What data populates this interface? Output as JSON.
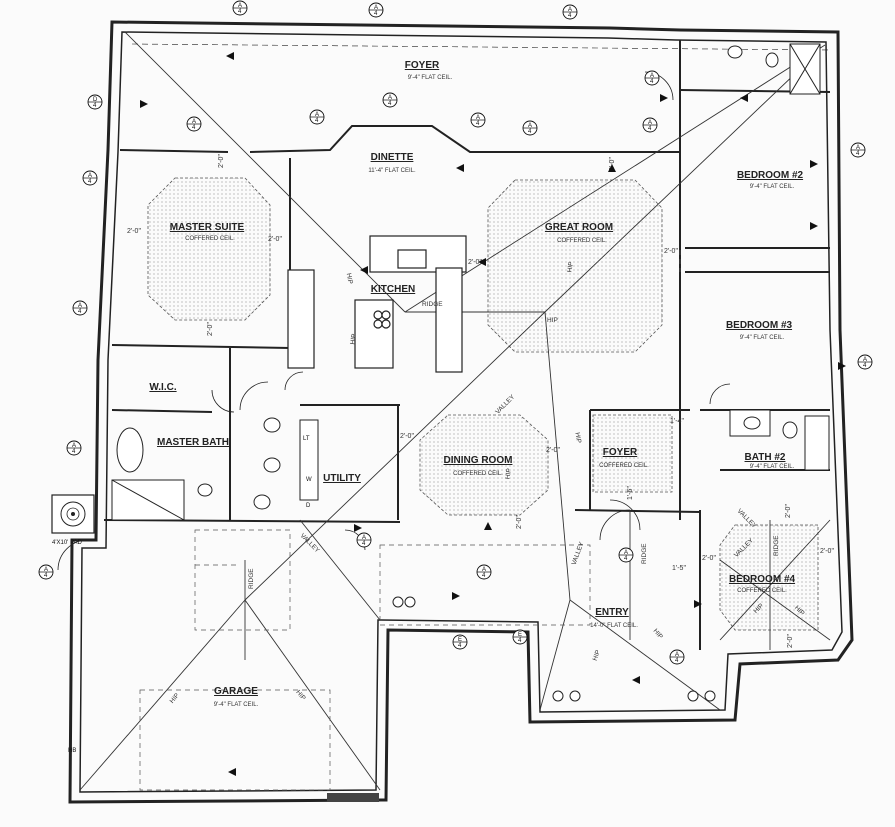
{
  "rooms": [
    {
      "id": "foyer-top",
      "name": "FOYER",
      "ceiling": "9'-4\" FLAT CEIL."
    },
    {
      "id": "dinette",
      "name": "DINETTE",
      "ceiling": "11'-4\" FLAT CEIL."
    },
    {
      "id": "master-suite",
      "name": "MASTER SUITE",
      "ceiling": "COFFERED CEIL."
    },
    {
      "id": "kitchen",
      "name": "KITCHEN",
      "ceiling": ""
    },
    {
      "id": "great-room",
      "name": "GREAT ROOM",
      "ceiling": "COFFERED CEIL."
    },
    {
      "id": "bedroom-2",
      "name": "BEDROOM #2",
      "ceiling": "9'-4\" FLAT CEIL."
    },
    {
      "id": "bedroom-3",
      "name": "BEDROOM #3",
      "ceiling": "9'-4\" FLAT CEIL."
    },
    {
      "id": "wic",
      "name": "W.I.C.",
      "ceiling": ""
    },
    {
      "id": "master-bath",
      "name": "MASTER BATH",
      "ceiling": ""
    },
    {
      "id": "utility",
      "name": "UTILITY",
      "ceiling": ""
    },
    {
      "id": "dining-room",
      "name": "DINING ROOM",
      "ceiling": "COFFERED CEIL."
    },
    {
      "id": "foyer-mid",
      "name": "FOYER",
      "ceiling": "COFFERED CEIL."
    },
    {
      "id": "bath-2",
      "name": "BATH #2",
      "ceiling": "9'-4\" FLAT CEIL."
    },
    {
      "id": "bedroom-4",
      "name": "BEDROOM #4",
      "ceiling": "COFFERED CEIL."
    },
    {
      "id": "entry",
      "name": "ENTRY",
      "ceiling": "14'-0\" FLAT CEIL."
    },
    {
      "id": "garage",
      "name": "GARAGE",
      "ceiling": "9'-4\" FLAT CEIL."
    }
  ],
  "labels": {
    "pad": "4'X10' PAD",
    "hb": "HB",
    "lt": "LT",
    "w": "W",
    "d": "D",
    "dim_2_0": "2'-0\"",
    "dim_1_4": "1'-4\"",
    "dim_1_6": "1'-6\"",
    "dim_1_5": "1'-5\"",
    "roof_hip": "HIP",
    "roof_ridge": "RIDGE",
    "roof_valley": "VALLEY"
  },
  "section_tags": {
    "a4": "A",
    "d4": "D",
    "e4": "E",
    "sheet": "4"
  }
}
